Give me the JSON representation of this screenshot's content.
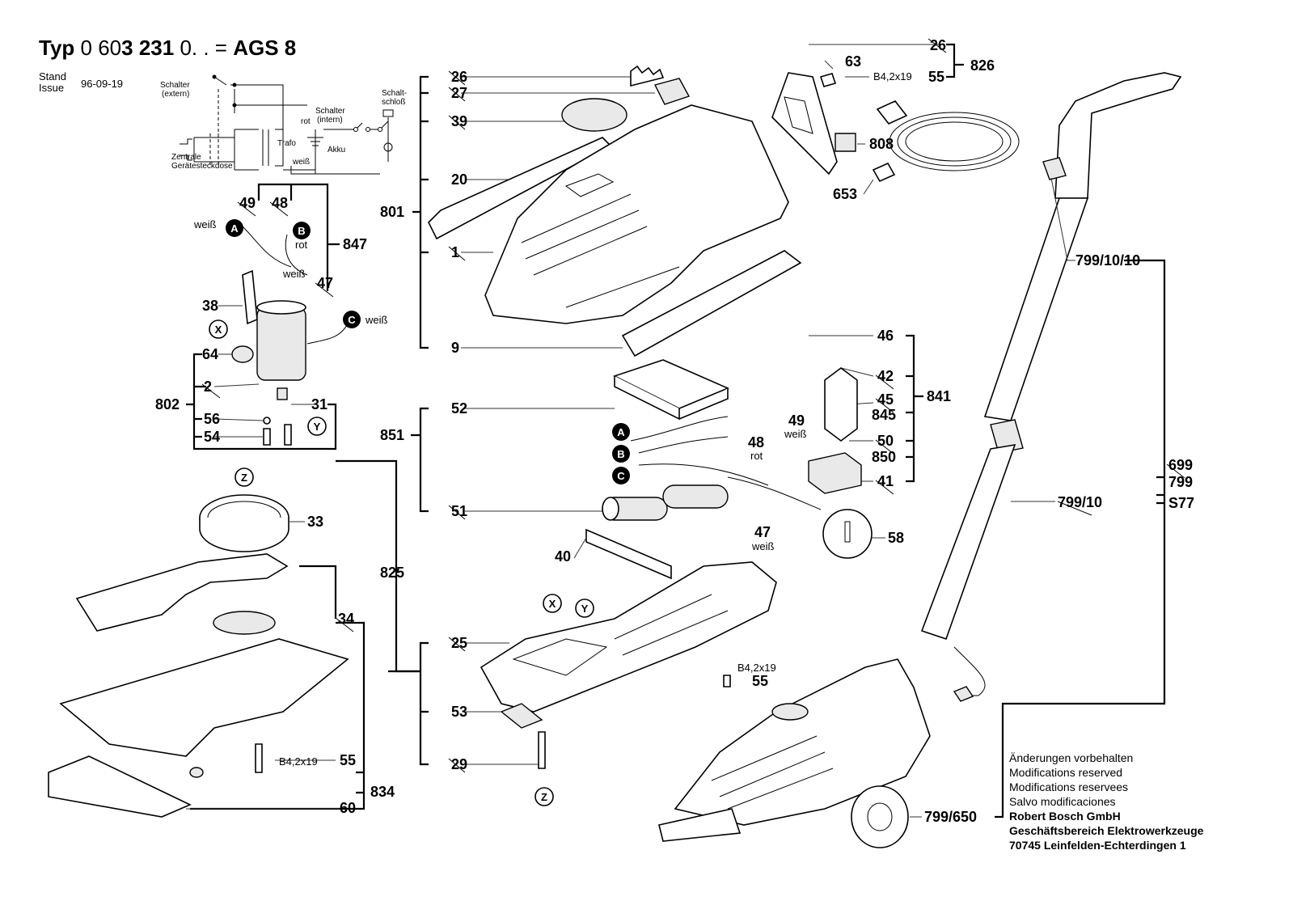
{
  "header": {
    "typ": "Typ",
    "model_prefix": "0 60",
    "model_bold": "3 231",
    "model_suffix": " 0. . =",
    "name": "AGS 8",
    "stand_line1": "Stand",
    "stand_line2": "Issue",
    "date": "96-09-19"
  },
  "schematic": {
    "schalter_extern_1": "Schalter",
    "schalter_extern_2": "(extern)",
    "schalter_intern_1": "Schalter",
    "schalter_intern_2": "(intern)",
    "schaltschloss_1": "Schalt-",
    "schaltschloss_2": "schloß",
    "rot": "rot",
    "weiss": "weiß",
    "trafo": "Trafo",
    "akku": "Akku",
    "dose_1": "Zentrale",
    "dose_2": "Gerätesteckdose"
  },
  "labels": {
    "p26a": "26",
    "p27": "27",
    "p39": "39",
    "p20": "20",
    "p801": "801",
    "p1": "1",
    "p9": "9",
    "p26b": "26",
    "p826": "826",
    "p63": "63",
    "p55a": "55",
    "b42a": "B4,2x19",
    "p808": "808",
    "p653": "653",
    "p49a": "49",
    "p48a": "48",
    "p847": "847",
    "p47a": "47",
    "p38": "38",
    "p64": "64",
    "p2": "2",
    "p802": "802",
    "p56": "56",
    "p54": "54",
    "p31": "31",
    "weiss1": "weiß",
    "rot1": "rot",
    "weiss2": "weiß",
    "weiss3": "weiß",
    "cA": "A",
    "cB": "B",
    "cC": "C",
    "cX": "X",
    "cY": "Y",
    "cZ": "Z",
    "p33": "33",
    "p34": "34",
    "p55b": "55",
    "b42b": "B4,2x19",
    "p60": "60",
    "p834": "834",
    "p825": "825",
    "p52": "52",
    "p851": "851",
    "p51": "51",
    "p40": "40",
    "p25": "25",
    "p53": "53",
    "p29": "29",
    "p55c": "55",
    "b42c": "B4,2x19",
    "p46": "46",
    "p42": "42",
    "p45": "45",
    "p845": "845",
    "p50": "50",
    "p850": "850",
    "p41": "41",
    "p841": "841",
    "p49b": "49",
    "weiss4": "weiß",
    "p48b": "48",
    "rot2": "rot",
    "p47b": "47",
    "weiss5": "weiß",
    "p58": "58",
    "cA2": "A",
    "cB2": "B",
    "cC2": "C",
    "cX2": "X",
    "cY2": "Y",
    "cZ2": "Z",
    "p79910_10": "799/10/10",
    "p699": "699",
    "p799": "799",
    "s77": "S77",
    "p79910": "799/10",
    "p799650": "799/650"
  },
  "footer": {
    "line1": "Änderungen vorbehalten",
    "line2": "Modifications reserved",
    "line3": "Modifications reservees",
    "line4": "Salvo modificaciones",
    "line5": "Robert Bosch GmbH",
    "line6": "Geschäftsbereich Elektrowerkzeuge",
    "line7": "70745 Leinfelden-Echterdingen 1"
  }
}
